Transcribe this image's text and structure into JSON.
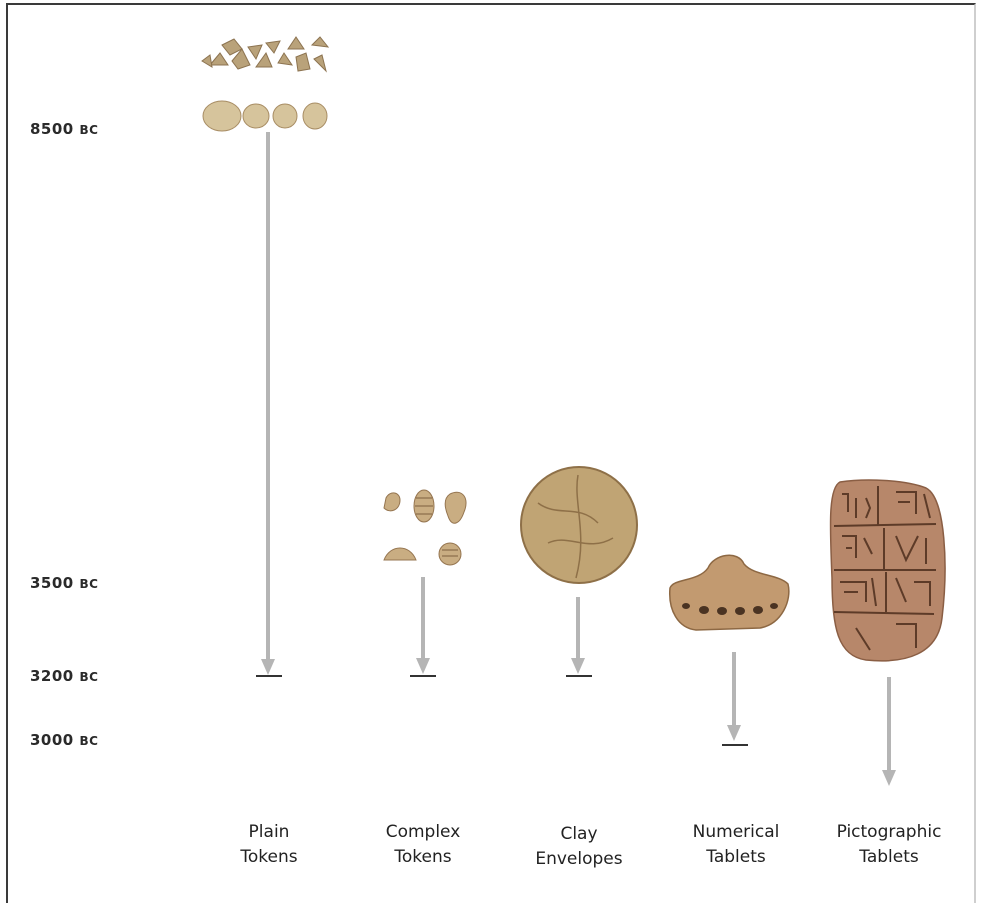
{
  "dates": [
    {
      "num": "8500",
      "era": "BC"
    },
    {
      "num": "3500",
      "era": "BC"
    },
    {
      "num": "3200",
      "era": "BC"
    },
    {
      "num": "3000",
      "era": "BC"
    }
  ],
  "stages": [
    {
      "line1": "Plain",
      "line2": "Tokens"
    },
    {
      "line1": "Complex",
      "line2": "Tokens"
    },
    {
      "line1": "Clay",
      "line2": "Envelopes"
    },
    {
      "line1": "Numerical",
      "line2": "Tablets"
    },
    {
      "line1": "Pictographic",
      "line2": "Tablets"
    }
  ],
  "colors": {
    "arrow": "#b5b5b5",
    "endbar": "#333333",
    "clay_light": "#d9c8a3",
    "clay_mid": "#c2a37a",
    "clay_dark": "#9a6a48"
  }
}
